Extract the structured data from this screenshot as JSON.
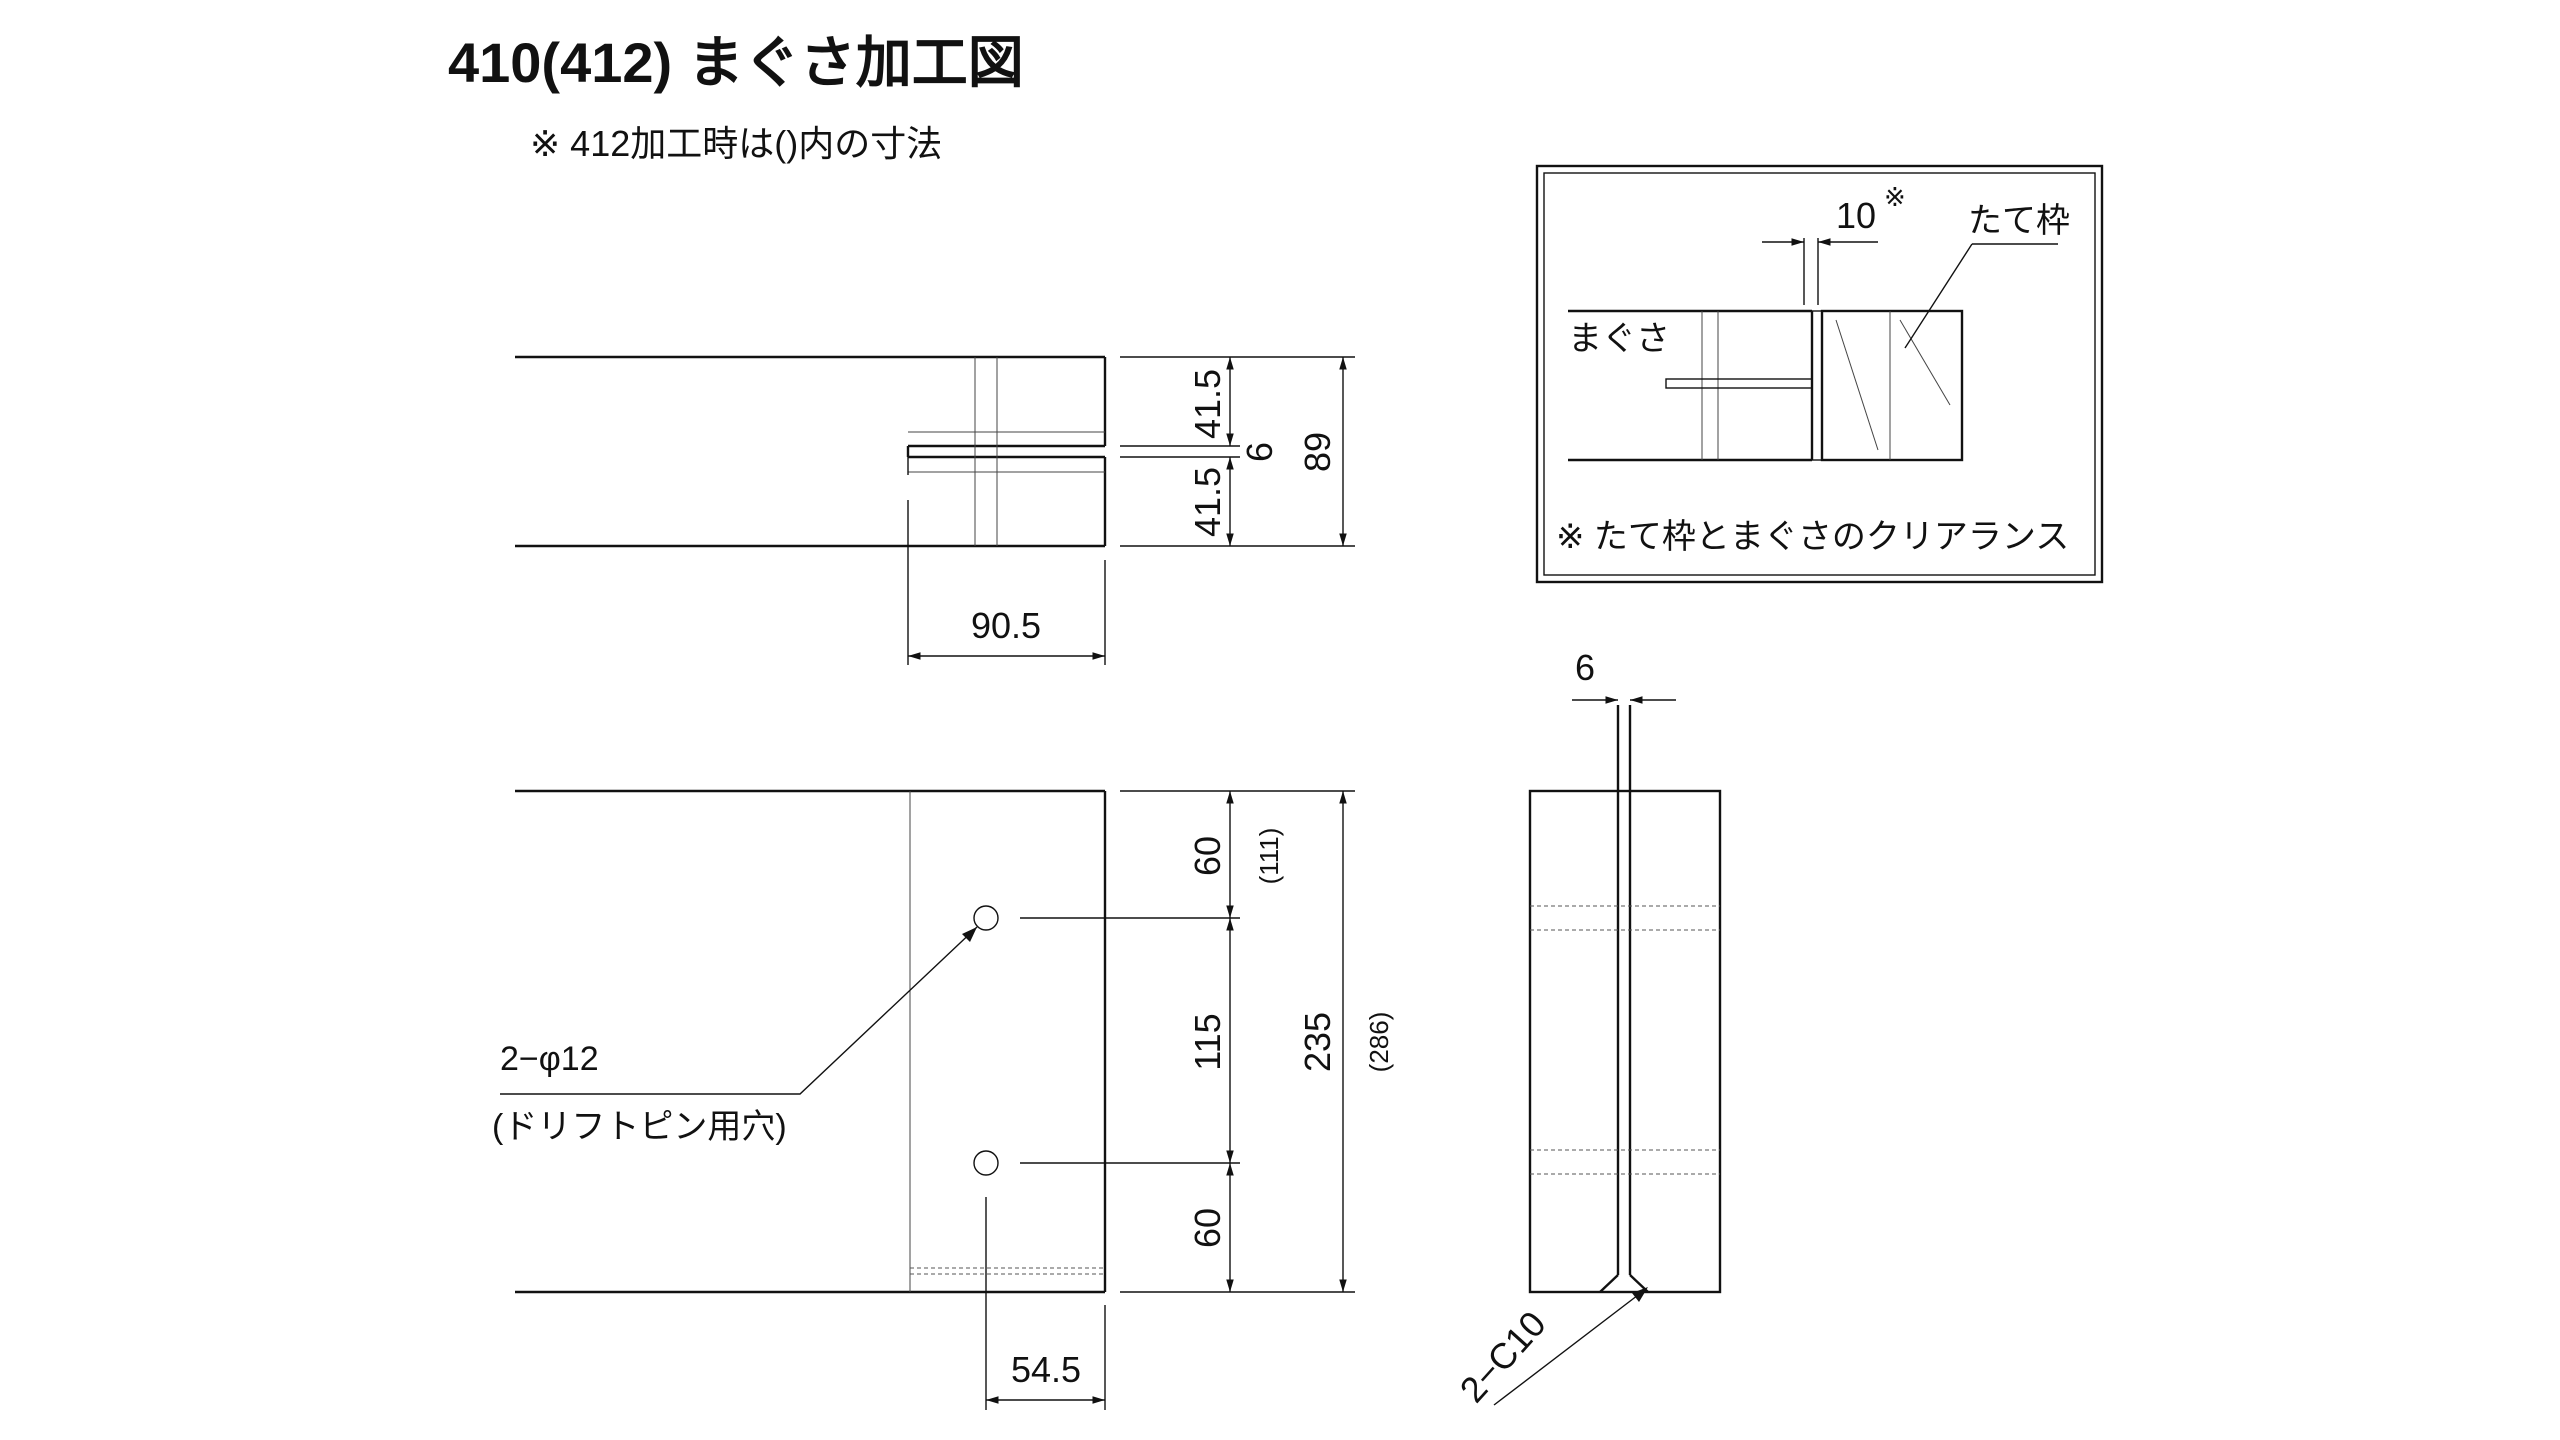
{
  "title": "410(412) まぐさ加工図",
  "note": "※ 412加工時は()内の寸法",
  "top_view": {
    "dim_41_5_top": "41.5",
    "dim_6": "6",
    "dim_41_5_bottom": "41.5",
    "dim_89": "89",
    "dim_90_5": "90.5"
  },
  "front_view": {
    "dim_60_top": "60",
    "dim_111": "(111)",
    "dim_115": "115",
    "dim_235": "235",
    "dim_286": "(286)",
    "dim_60_bottom": "60",
    "dim_54_5": "54.5",
    "hole_label": "2−φ12",
    "hole_note": "(ドリフトピン用穴)"
  },
  "side_view": {
    "dim_6": "6",
    "chamfer": "2−C10"
  },
  "detail": {
    "dim_10": "10",
    "asterisk": "※",
    "label_frame": "たて枠",
    "label_lintel": "まぐさ",
    "note": "※ たて枠とまぐさのクリアランス"
  }
}
